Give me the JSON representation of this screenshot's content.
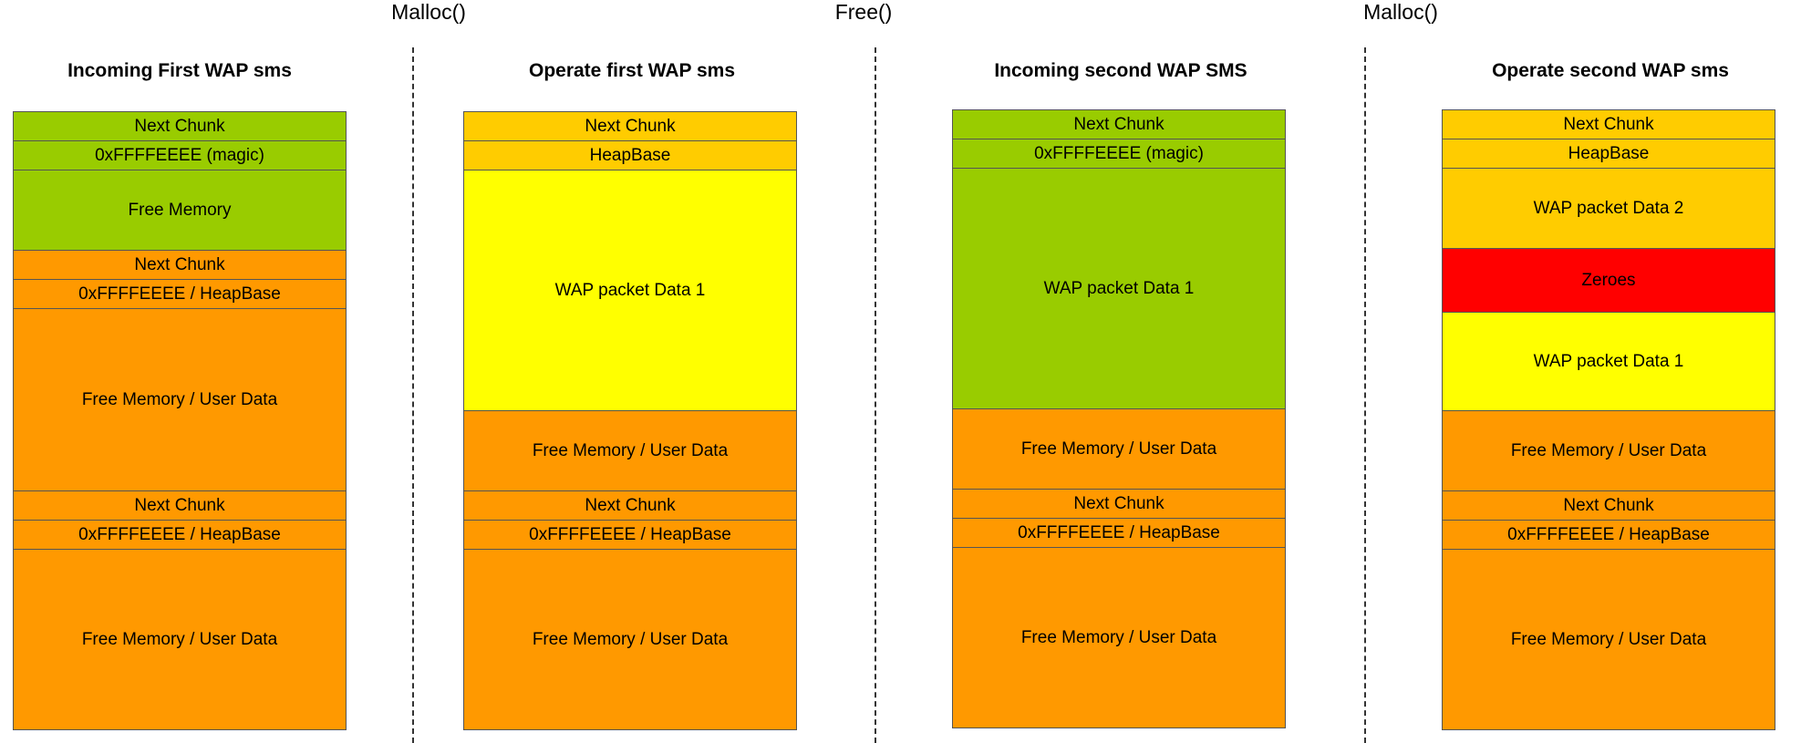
{
  "operations": [
    "Malloc()",
    "Free()",
    "Malloc()"
  ],
  "colors": {
    "green": "#99cc00",
    "orange": "#ff9900",
    "gold": "#ffcc00",
    "yellow": "#ffff00",
    "red": "#ff0000"
  },
  "columns": [
    {
      "title": "Incoming First WAP sms",
      "segments": [
        {
          "label": "Next Chunk",
          "color": "green"
        },
        {
          "label": "0xFFFFEEEE (magic)",
          "color": "green"
        },
        {
          "label": "Free Memory",
          "color": "green"
        },
        {
          "label": "Next Chunk",
          "color": "orange"
        },
        {
          "label": "0xFFFFEEEE / HeapBase",
          "color": "orange"
        },
        {
          "label": "Free Memory / User Data",
          "color": "orange"
        },
        {
          "label": "Next Chunk",
          "color": "orange"
        },
        {
          "label": "0xFFFFEEEE / HeapBase",
          "color": "orange"
        },
        {
          "label": "Free Memory / User Data",
          "color": "orange"
        }
      ]
    },
    {
      "title": "Operate first WAP sms",
      "segments": [
        {
          "label": "Next Chunk",
          "color": "gold"
        },
        {
          "label": "HeapBase",
          "color": "gold"
        },
        {
          "label": "WAP packet Data 1",
          "color": "yellow"
        },
        {
          "label": "Free Memory / User Data",
          "color": "orange"
        },
        {
          "label": "Next Chunk",
          "color": "orange"
        },
        {
          "label": "0xFFFFEEEE / HeapBase",
          "color": "orange"
        },
        {
          "label": "Free Memory / User Data",
          "color": "orange"
        }
      ]
    },
    {
      "title": "Incoming second WAP SMS",
      "segments": [
        {
          "label": "Next Chunk",
          "color": "green"
        },
        {
          "label": "0xFFFFEEEE (magic)",
          "color": "green"
        },
        {
          "label": "WAP packet Data 1",
          "color": "green"
        },
        {
          "label": "Free Memory / User Data",
          "color": "orange"
        },
        {
          "label": "Next Chunk",
          "color": "orange"
        },
        {
          "label": "0xFFFFEEEE / HeapBase",
          "color": "orange"
        },
        {
          "label": "Free Memory / User Data",
          "color": "orange"
        }
      ]
    },
    {
      "title": "Operate second WAP sms",
      "segments": [
        {
          "label": "Next Chunk",
          "color": "gold"
        },
        {
          "label": "HeapBase",
          "color": "gold"
        },
        {
          "label": "WAP packet Data 2",
          "color": "gold"
        },
        {
          "label": "Zeroes",
          "color": "red"
        },
        {
          "label": "WAP packet Data 1",
          "color": "yellow"
        },
        {
          "label": "Free Memory / User Data",
          "color": "orange"
        },
        {
          "label": "Next Chunk",
          "color": "orange"
        },
        {
          "label": "0xFFFFEEEE / HeapBase",
          "color": "orange"
        },
        {
          "label": "Free Memory / User Data",
          "color": "orange"
        }
      ]
    }
  ]
}
